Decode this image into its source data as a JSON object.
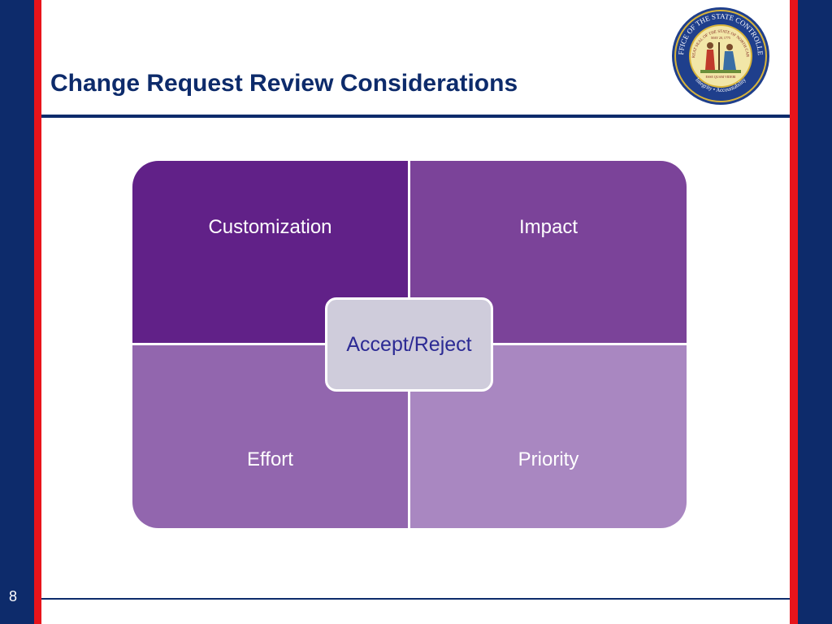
{
  "slide": {
    "title": "Change Request Review Considerations",
    "page_number": "8"
  },
  "seal": {
    "outer_text": "OFFICE OF THE STATE CONTROLLER",
    "inner_text": "THE GREAT SEAL OF THE STATE OF NORTH CAROLINA",
    "motto": "ESSE QUAM VIDERI",
    "date": "MAY 20, 1775",
    "tagline": "Integrity • Accountability"
  },
  "matrix": {
    "top_left": "Customization",
    "top_right": "Impact",
    "bottom_left": "Effort",
    "bottom_right": "Priority",
    "center": "Accept/Reject"
  },
  "colors": {
    "navy": "#0d2b6b",
    "red": "#e8141b",
    "purple_dark": "#612188",
    "purple_mid": "#7b4399",
    "purple_light": "#9266ae",
    "purple_lightest": "#a987c1",
    "center_fill": "#cfccdb",
    "center_text": "#2c2a94"
  }
}
